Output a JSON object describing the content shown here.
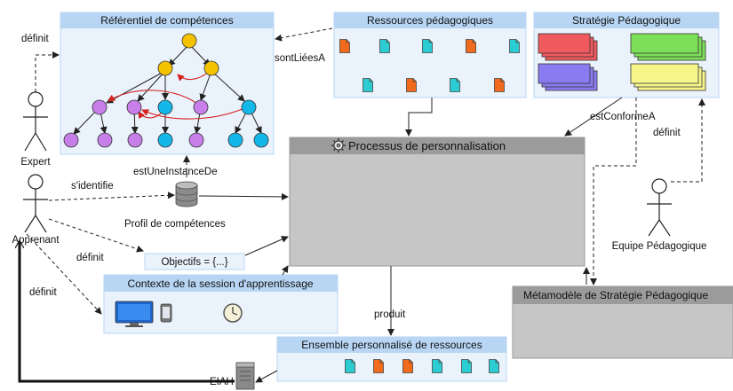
{
  "boxes": {
    "referentiel": "Référentiel de compétences",
    "ressources": "Ressources pédagogiques",
    "strategie": "Stratégie Pédagogique",
    "processus": "Processus de personnalisation",
    "contexte": "Contexte de la session d'apprentissage",
    "ensemble": "Ensemble personnalisé de ressources",
    "metamodele": "Métamodèle de Stratégie Pédagogique",
    "objectifs": "Objectifs = {...}"
  },
  "actors": {
    "expert": "Expert",
    "apprenant": "Apprenant",
    "equipe": "Equipe Pédagogique"
  },
  "labels": {
    "definit_expert": "définit",
    "sontLiees": "sontLiéesA",
    "estConforme": "estConformeA",
    "definit_equipe": "définit",
    "estUneInstance": "estUneInstanceDe",
    "sidentifie": "s'identifie",
    "profil": "Profil de compétences",
    "definit_obj": "définit",
    "definit_ctx": "définit",
    "produit": "produit",
    "eiah": "EIAH"
  },
  "colors": {
    "panel_fill": "#eaf2fb",
    "panel_title": "#b8d6f4",
    "gray_header": "#9b9b9b",
    "gray_body": "#c6c6c6",
    "node_yellow": "#f5c200",
    "node_purple": "#c77ee8",
    "node_cyan": "#14b8e8",
    "doc_orange": "#f26a1b",
    "doc_teal": "#2ccdd2",
    "strat_red": "#f05a5f",
    "strat_green": "#7ee05a",
    "strat_blue": "#8a7bf0",
    "strat_yellow": "#f6f58a",
    "relation_arrow": "#d62020"
  }
}
